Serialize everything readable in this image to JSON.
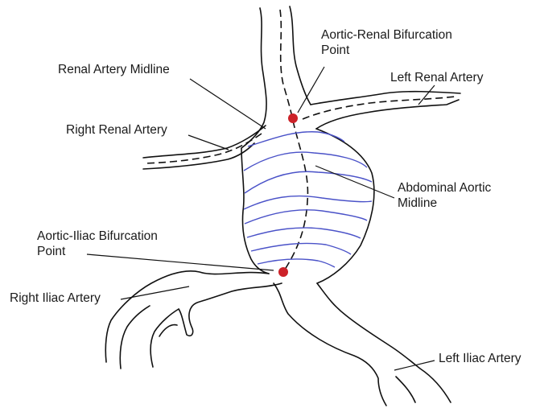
{
  "labels": {
    "aortic_renal_bifurcation": "Aortic-Renal Bifurcation\nPoint",
    "renal_artery_midline": "Renal Artery Midline",
    "left_renal_artery": "Left Renal Artery",
    "right_renal_artery": "Right Renal Artery",
    "abdominal_aortic_midline": "Abdominal Aortic\nMidline",
    "aortic_iliac_bifurcation": "Aortic-Iliac Bifurcation\nPoint",
    "right_iliac_artery": "Right Iliac Artery",
    "left_iliac_artery": "Left Iliac Artery"
  },
  "colors": {
    "outline": "#111111",
    "aneurysm_contours": "#4a52c8",
    "bifurcation_point": "#cc2229"
  }
}
